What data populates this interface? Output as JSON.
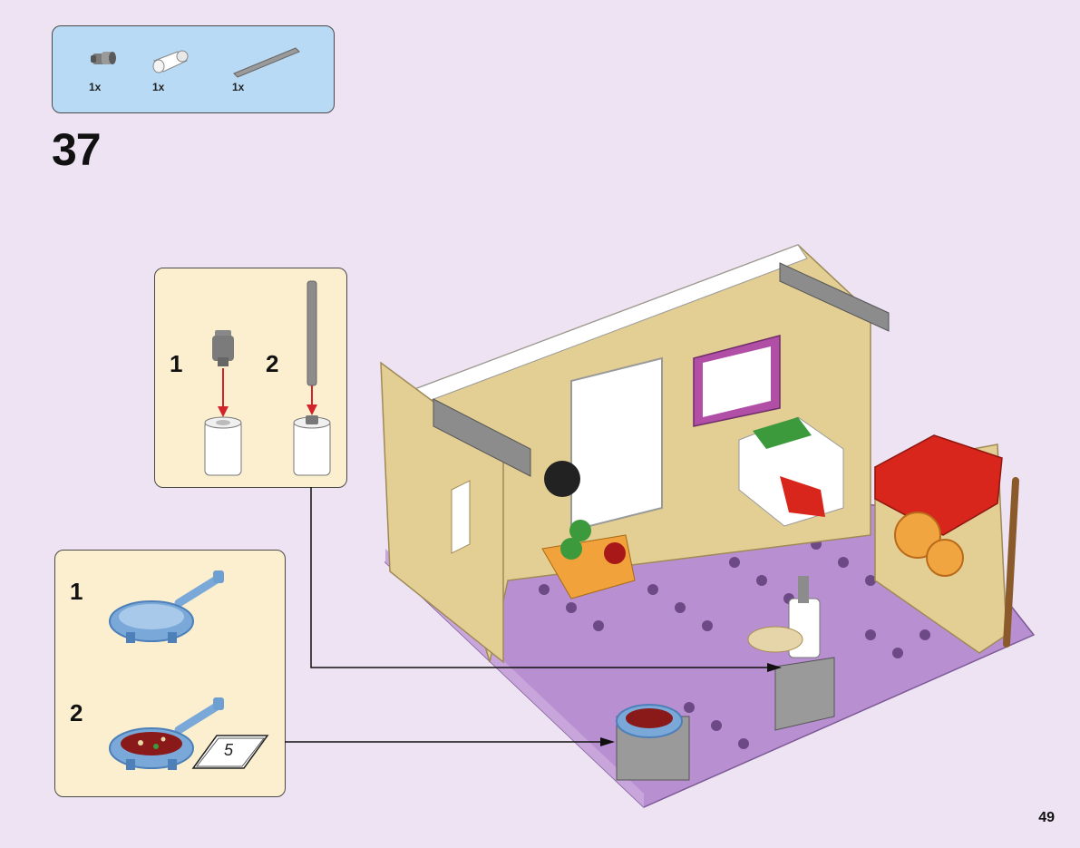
{
  "parts": [
    {
      "icon": "connector-pin-icon",
      "qty": "1x"
    },
    {
      "icon": "white-bushing-icon",
      "qty": "1x"
    },
    {
      "icon": "grey-bar-icon",
      "qty": "1x"
    }
  ],
  "step": "37",
  "subassembly_top": {
    "labels": [
      "1",
      "2"
    ]
  },
  "subassembly_bottom": {
    "labels": [
      "1",
      "2"
    ],
    "tile_text": "5"
  },
  "page_number": "49",
  "colors": {
    "background": "#ede3f2",
    "parts_box": "#b9daf5",
    "sub_box": "#fbefcf",
    "arrow": "#d2232a",
    "baseplate": "#b88fd0",
    "tan": "#e3cf93",
    "roof": "#d8261c"
  }
}
